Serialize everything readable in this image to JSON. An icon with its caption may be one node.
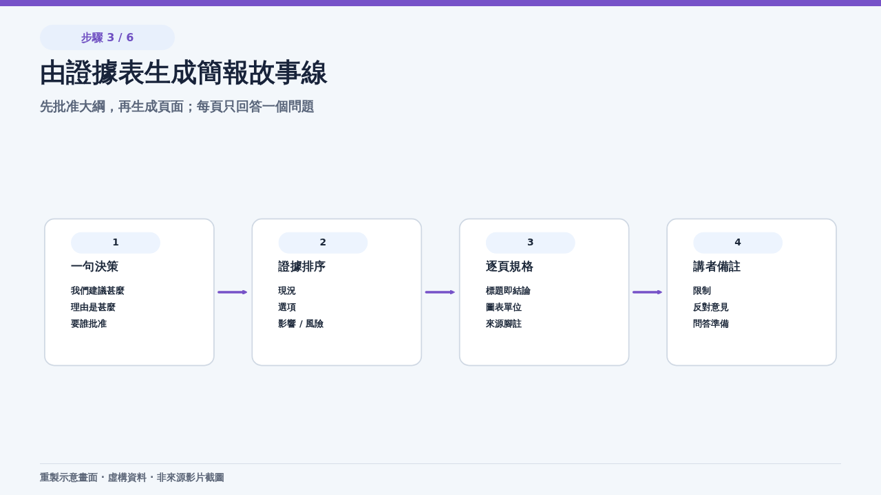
{
  "diagram": {
    "title": "由證據表生成簡報故事線",
    "nodes": [
      {
        "text": [
          "1",
          "一句決策",
          "我們建議甚麼",
          "理由是甚麼",
          "要誰批准"
        ]
      },
      {
        "text": [
          "2",
          "證據排序",
          "現況",
          "選項",
          "影響 / 風險"
        ]
      },
      {
        "text": [
          "3",
          "逐頁規格",
          "標題即結論",
          "圖表單位",
          "來源腳註"
        ]
      },
      {
        "text": [
          "4",
          "講者備註",
          "限制",
          "反對意見",
          "問答準備"
        ]
      }
    ],
    "edges": [
      {
        "from": 0,
        "to": 1,
        "arrow": "to"
      },
      {
        "from": 1,
        "to": 2,
        "arrow": "to"
      },
      {
        "from": 2,
        "to": 3,
        "arrow": "to"
      }
    ],
    "labels": [
      "步驟 3 / 6",
      "先批准大綱，再生成頁面；每頁只回答一個問題",
      "重製示意畫面 · 虛構資料 · 非來源影片截圖"
    ]
  }
}
